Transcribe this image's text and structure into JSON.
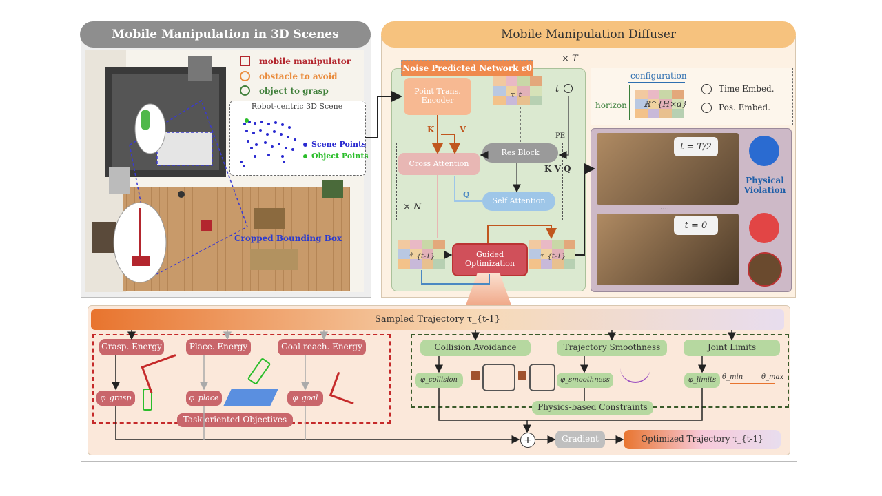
{
  "left_panel": {
    "title": "Mobile Manipulation in 3D Scenes",
    "legend": [
      {
        "label": "mobile manipulator",
        "color": "#b3262e"
      },
      {
        "label": "obstacle to avoid",
        "color": "#e98a3a"
      },
      {
        "label": "object to grasp",
        "color": "#3f7f3a"
      }
    ],
    "pointcloud_title": "Robot-centric 3D Scene",
    "scene_points_label": "Scene Points",
    "object_points_label": "Object Points",
    "cropped_label": "Cropped Bounding Box"
  },
  "right_panel": {
    "title": "Mobile Manipulation Diffuser",
    "noise_network_label": "Noise Predicted Network εθ",
    "times_t": "× T",
    "point_trans_encoder": "Point Trans. Encoder",
    "k_label": "K",
    "v_label": "V",
    "q_label": "Q",
    "kvq_label": "K V Q",
    "cross_attention": "Cross Attention",
    "self_attention": "Self Attention",
    "res_block": "Res Block",
    "times_n": "× N",
    "guided_optimization": "Guided Optimization",
    "tau_label": "τ_t",
    "t_label": "t",
    "pe_label": "PE",
    "tau_hat_label": "τ̂_{t-1}",
    "tau_out_label": "τ_{t-1}",
    "legend_configuration": "configuration",
    "legend_horizon": "horizon",
    "legend_matrix": "ℝ^{H×d}",
    "time_embed": "Time Embed.",
    "pos_embed": "Pos. Embed.",
    "physical_violation": "Physical Violation",
    "t_half": "t = T/2",
    "t_zero": "t = 0",
    "dots": "......"
  },
  "bottom_panel": {
    "sampled_trajectory": "Sampled Trajectory τ_{t-1}",
    "grasp_energy": "Grasp. Energy",
    "place_energy": "Place. Energy",
    "goal_energy": "Goal-reach. Energy",
    "grasp_term": "φ_grasp",
    "place_term": "φ_place",
    "goal_term": "φ_goal",
    "task_objectives": "Task-oriented Objectives",
    "collision_avoidance": "Collision Avoidance",
    "trajectory_smoothness": "Trajectory Smoothness",
    "joint_limits": "Joint Limits",
    "collision_term": "φ_collision",
    "smooth_term": "φ_smoothness",
    "limit_term": "φ_limits",
    "theta_min": "θ_min",
    "theta_max": "θ_max",
    "physics_constraints": "Physics-based Constraints",
    "gradient": "Gradient",
    "optimized_trajectory": "Optimized Trajectory τ_{t-1}",
    "plus": "+"
  },
  "colors": {
    "left_header": "#8e8e8e",
    "right_header": "#f6c27e",
    "network_bg": "#dbe9d0",
    "energy_box": "#c9666b",
    "constraint_box": "#b6d8a0",
    "cross_attention": "#e8b7b4",
    "self_attention": "#9ec6e8",
    "res_block": "#9a9a9a",
    "guided_opt": "#d0505a"
  }
}
